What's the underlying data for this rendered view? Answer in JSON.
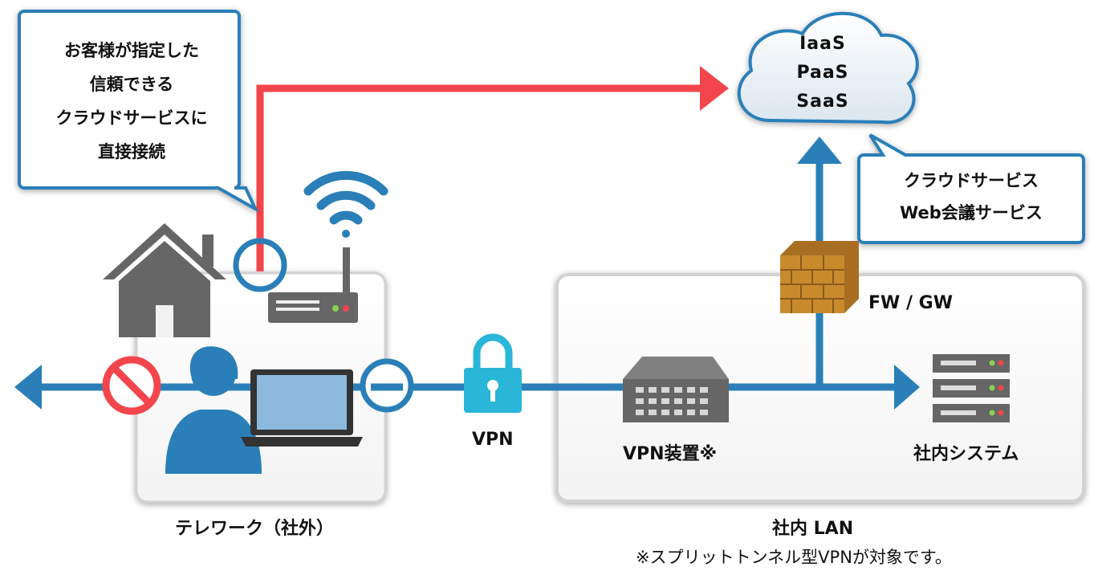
{
  "callout_top_left": {
    "lines": [
      "お客様が指定した",
      "信頼できる",
      "クラウドサービスに",
      "直接接続"
    ]
  },
  "cloud": {
    "lines": [
      "IaaS",
      "PaaS",
      "SaaS"
    ]
  },
  "callout_right": {
    "lines": [
      "クラウドサービス",
      "Web会議サービス"
    ]
  },
  "labels": {
    "firewall": "FW / GW",
    "vpn": "VPN",
    "vpn_device": "VPN装置※",
    "internal_system": "社内システム",
    "telework": "テレワーク（社外）",
    "internal_lan": "社内 LAN",
    "footnote": "※スプリットトンネル型VPNが対象です。"
  },
  "icons": [
    "house-icon",
    "wifi-router-icon",
    "person-icon",
    "laptop-icon",
    "prohibited-icon",
    "lock-icon",
    "switch-icon",
    "firewall-icon",
    "server-icon",
    "cloud-icon"
  ],
  "colors": {
    "blue_line": "#2a7fb8",
    "red_line": "#f2464c",
    "callout_border": "#2a7fb8",
    "lock": "#29b6d9",
    "firewall": "#c98a2e"
  }
}
